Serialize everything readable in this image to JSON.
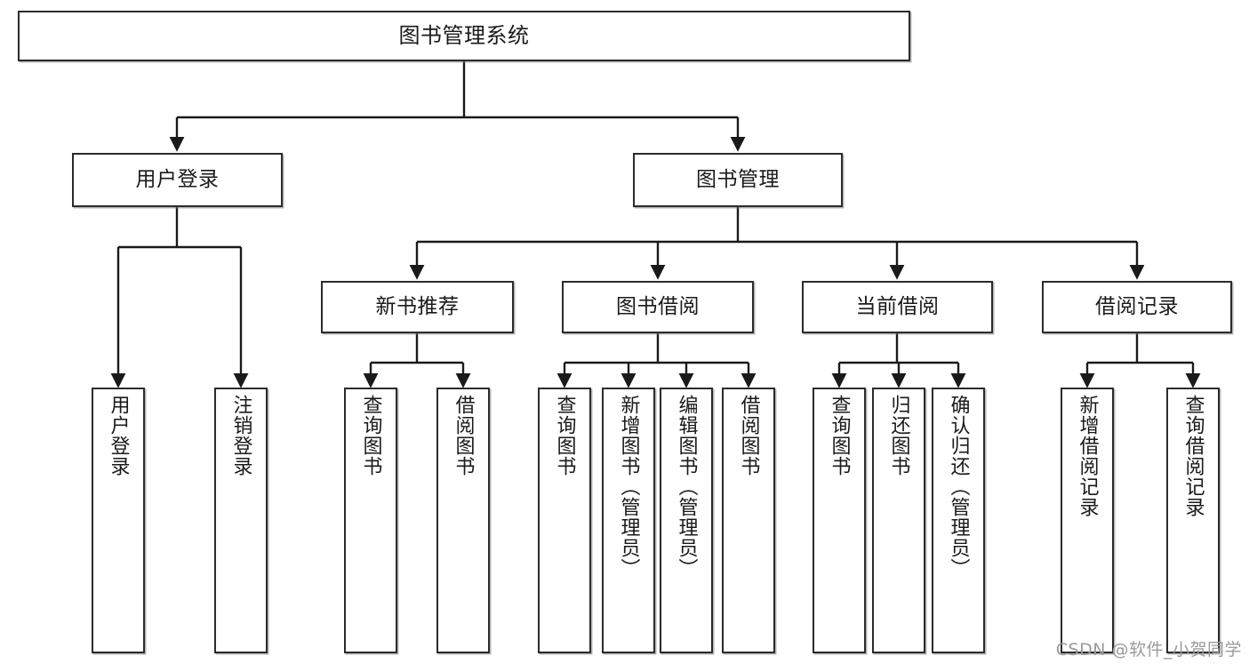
{
  "diagram": {
    "title": "图书管理系统",
    "type": "tree-hierarchy-diagram",
    "watermark": "CSDN @软件_小贺同学",
    "colors": {
      "box_border": "#2b2b2b",
      "box_fill": "#ffffff",
      "connector": "#1a1a1a",
      "text": "#1a1a1a",
      "watermark": "#9a9a9a"
    },
    "levels": {
      "level0": "系统",
      "level1": "模块",
      "level2": "子模块",
      "level3": "功能"
    }
  },
  "nodes": {
    "root": {
      "label": "图书管理系统"
    },
    "level1": [
      {
        "id": "user-login",
        "label": "用户登录"
      },
      {
        "id": "book-manage",
        "label": "图书管理"
      }
    ],
    "level2": [
      {
        "id": "new-book-recommend",
        "label": "新书推荐"
      },
      {
        "id": "book-borrow",
        "label": "图书借阅"
      },
      {
        "id": "current-borrow",
        "label": "当前借阅"
      },
      {
        "id": "borrow-record",
        "label": "借阅记录"
      }
    ],
    "leaves": {
      "user_login": [
        {
          "id": "leaf-user-login",
          "label": "用户登录"
        },
        {
          "id": "leaf-logout-login",
          "label": "注销登录"
        }
      ],
      "new_book_recommend": [
        {
          "id": "leaf-query-book-1",
          "label": "查询图书"
        },
        {
          "id": "leaf-borrow-book-1",
          "label": "借阅图书"
        }
      ],
      "book_borrow": [
        {
          "id": "leaf-query-book-2",
          "label": "查询图书"
        },
        {
          "id": "leaf-add-book",
          "label": "新增图书（管理员）"
        },
        {
          "id": "leaf-edit-book",
          "label": "编辑图书（管理员）"
        },
        {
          "id": "leaf-borrow-book-2",
          "label": "借阅图书"
        }
      ],
      "current_borrow": [
        {
          "id": "leaf-query-book-3",
          "label": "查询图书"
        },
        {
          "id": "leaf-return-book",
          "label": "归还图书"
        },
        {
          "id": "leaf-confirm-return",
          "label": "确认归还（管理员）"
        }
      ],
      "borrow_record": [
        {
          "id": "leaf-add-borrow-record",
          "label": "新增借阅记录"
        },
        {
          "id": "leaf-query-borrow-record",
          "label": "查询借阅记录"
        }
      ]
    }
  }
}
